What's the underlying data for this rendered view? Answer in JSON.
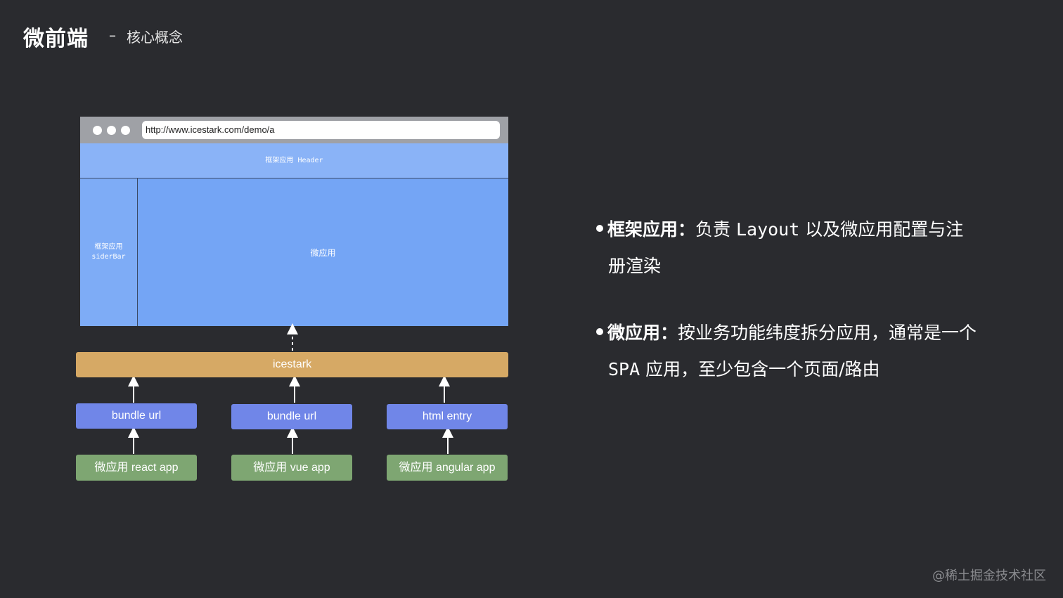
{
  "header": {
    "title": "微前端",
    "dash": "–",
    "subtitle": "核心概念"
  },
  "browser": {
    "url": "http://www.icestark.com/demo/a",
    "header_label": "框架应用 Header",
    "sidebar_label_1": "框架应用",
    "sidebar_label_2": "siderBar",
    "main_label": "微应用"
  },
  "diagram": {
    "icestark_label": "icestark",
    "loaders": [
      "bundle url",
      "bundle url",
      "html entry"
    ],
    "apps": [
      "微应用 react app",
      "微应用 vue app",
      "微应用 angular app"
    ]
  },
  "bullets": [
    {
      "label": "框架应用：",
      "line1_a": "负责 ",
      "line1_mono": "Layout",
      "line1_b": " 以及微应用配置与注",
      "line2_a": "册渲染",
      "line2_mono": "",
      "line2_b": ""
    },
    {
      "label": "微应用：",
      "line1_a": "按业务功能纬度拆分应用，通常是一个",
      "line1_mono": "",
      "line1_b": "",
      "line2_a": "",
      "line2_mono": "SPA",
      "line2_b": " 应用，至少包含一个页面/路由"
    }
  ],
  "watermark": "@稀土掘金技术社区"
}
